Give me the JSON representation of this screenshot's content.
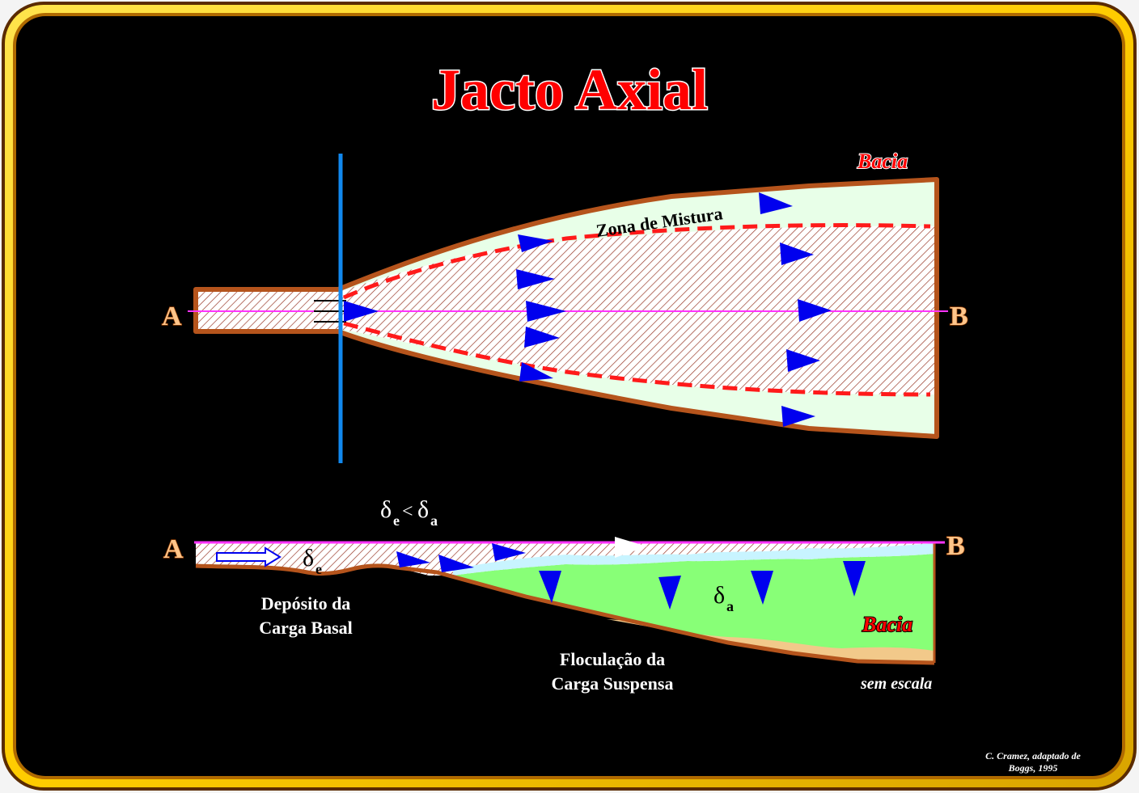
{
  "title": "Jacto Axial",
  "plan_view": {
    "label_a": "A",
    "label_b": "B",
    "basin_label": "Bacia",
    "mixing_zone_label": "Zona de Mistura"
  },
  "section_view": {
    "label_a": "A",
    "label_b": "B",
    "relation_delta_1": "δ",
    "relation_sub_1": "e",
    "relation_op": "<",
    "relation_delta_2": "δ",
    "relation_sub_2": "a",
    "delta_e_symbol": "δ",
    "delta_e_sub": "e",
    "delta_a_symbol": "δ",
    "delta_a_sub": "a",
    "basal_load_line1": "Depósito da",
    "basal_load_line2": "Carga Basal",
    "suspended_load_line1": "Floculação da",
    "suspended_load_line2": "Carga Suspensa",
    "basin_label": "Bacia",
    "scale_note": "sem escala"
  },
  "credit_line1": "C. Cramez, adaptado de",
  "credit_line2": "Boggs, 1995",
  "colors": {
    "background": "#000000",
    "frame_gold": "#ffd700",
    "channel_outline": "#b5541c",
    "jet_fill": "#e8ffe8",
    "basin_fill": "#88ff77",
    "arrow_blue": "#0000ee",
    "axis_pink": "#ff33ff",
    "divider_blue": "#1188ee",
    "zone_red": "#ff1a1a",
    "sand": "#f2c98a"
  }
}
